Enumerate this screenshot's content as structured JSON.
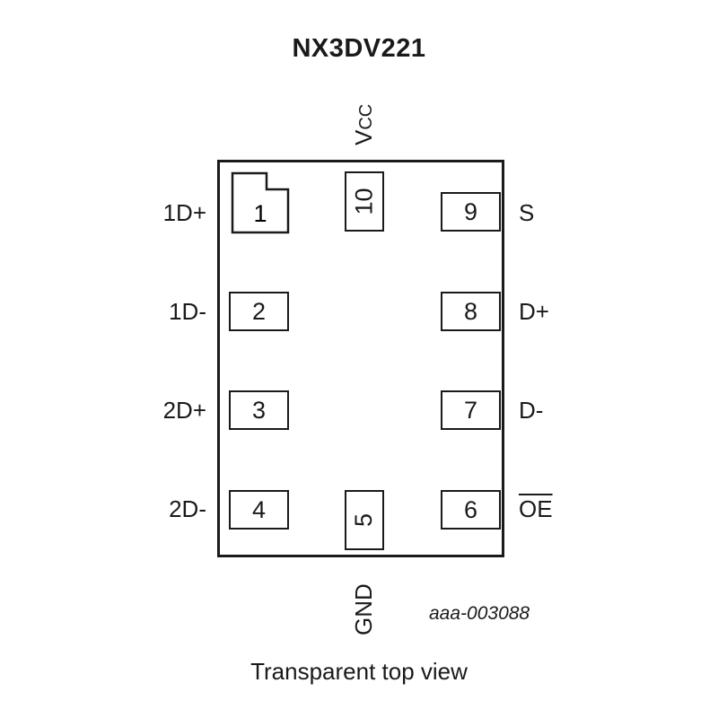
{
  "title": "NX3DV221",
  "pins": [
    {
      "number": "1",
      "name": "1D+"
    },
    {
      "number": "2",
      "name": "1D-"
    },
    {
      "number": "3",
      "name": "2D+"
    },
    {
      "number": "4",
      "name": "2D-"
    },
    {
      "number": "5",
      "name": "GND"
    },
    {
      "number": "6",
      "name": "OE"
    },
    {
      "number": "7",
      "name": "D-"
    },
    {
      "number": "8",
      "name": "D+"
    },
    {
      "number": "9",
      "name": "S"
    },
    {
      "number": "10",
      "name": "VCC"
    }
  ],
  "vcc": {
    "main": "V",
    "sub": "CC"
  },
  "reference_code": "aaa-003088",
  "caption": "Transparent top view"
}
